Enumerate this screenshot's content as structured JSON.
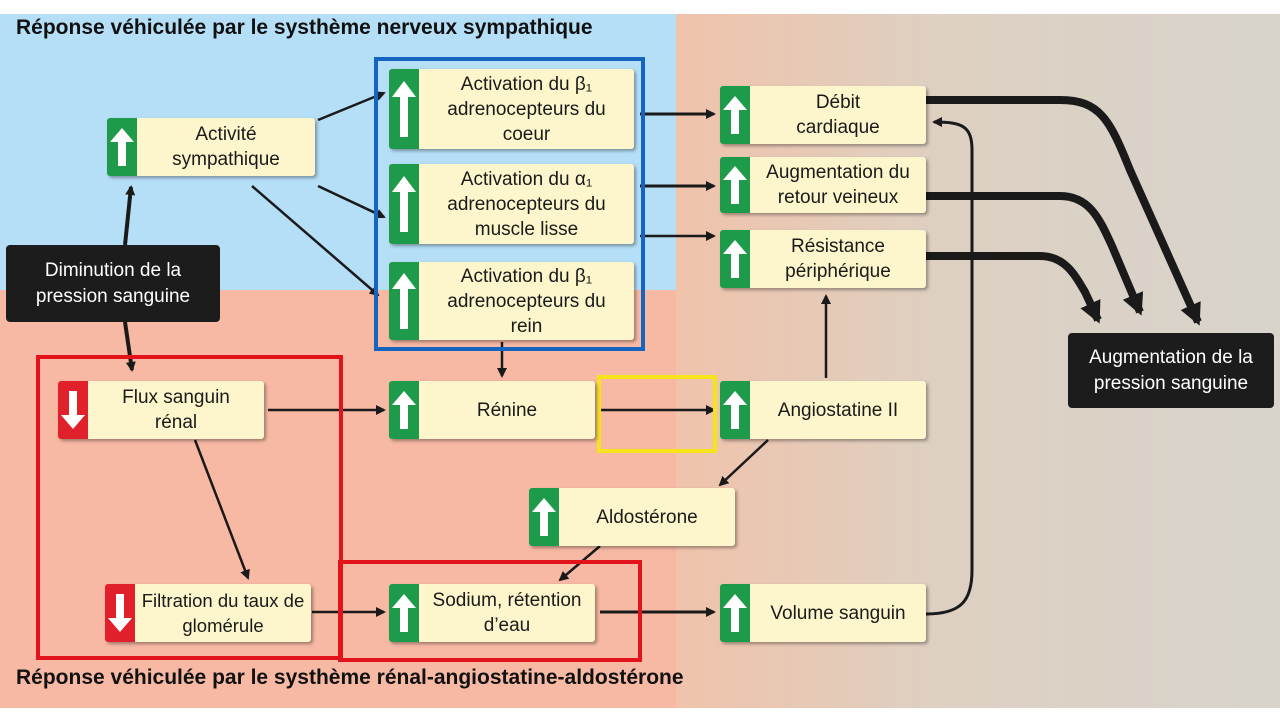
{
  "titles": {
    "top": "Réponse véhiculée par le systhème nerveux sympathique",
    "bottom": "Réponse véhiculée par le systhème rénal-angiostatine-aldostérone"
  },
  "nodes": {
    "start": "Diminution de la pression sanguine",
    "end": "Augmentation de la pression sanguine",
    "sympathetic": "Activité sympathique",
    "beta1_heart": "Activation du β₁ adrenocepteurs du coeur",
    "alpha1_muscle": "Activation du α₁ adrenocepteurs du muscle lisse",
    "beta1_kidney": "Activation du β₁ adrenocepteurs du rein",
    "cardiac_output": "Débit cardiaque",
    "venous_return": "Augmentation du retour veineux",
    "peripheral_resistance": "Résistance périphérique",
    "renal_flow": "Flux sanguin rénal",
    "renin": "Rénine",
    "angiotensin": "Angiostatine II",
    "aldosterone": "Aldostérone",
    "gfr": "Filtration du taux de glomérule",
    "sodium": "Sodium, rétention d’eau",
    "blood_volume": "Volume sanguin"
  },
  "colors": {
    "up": "#1e9a4b",
    "down": "#e0202a",
    "highlight_blue": "#1565c0",
    "highlight_red": "#e3131b",
    "highlight_yellow": "#f7e31a"
  }
}
